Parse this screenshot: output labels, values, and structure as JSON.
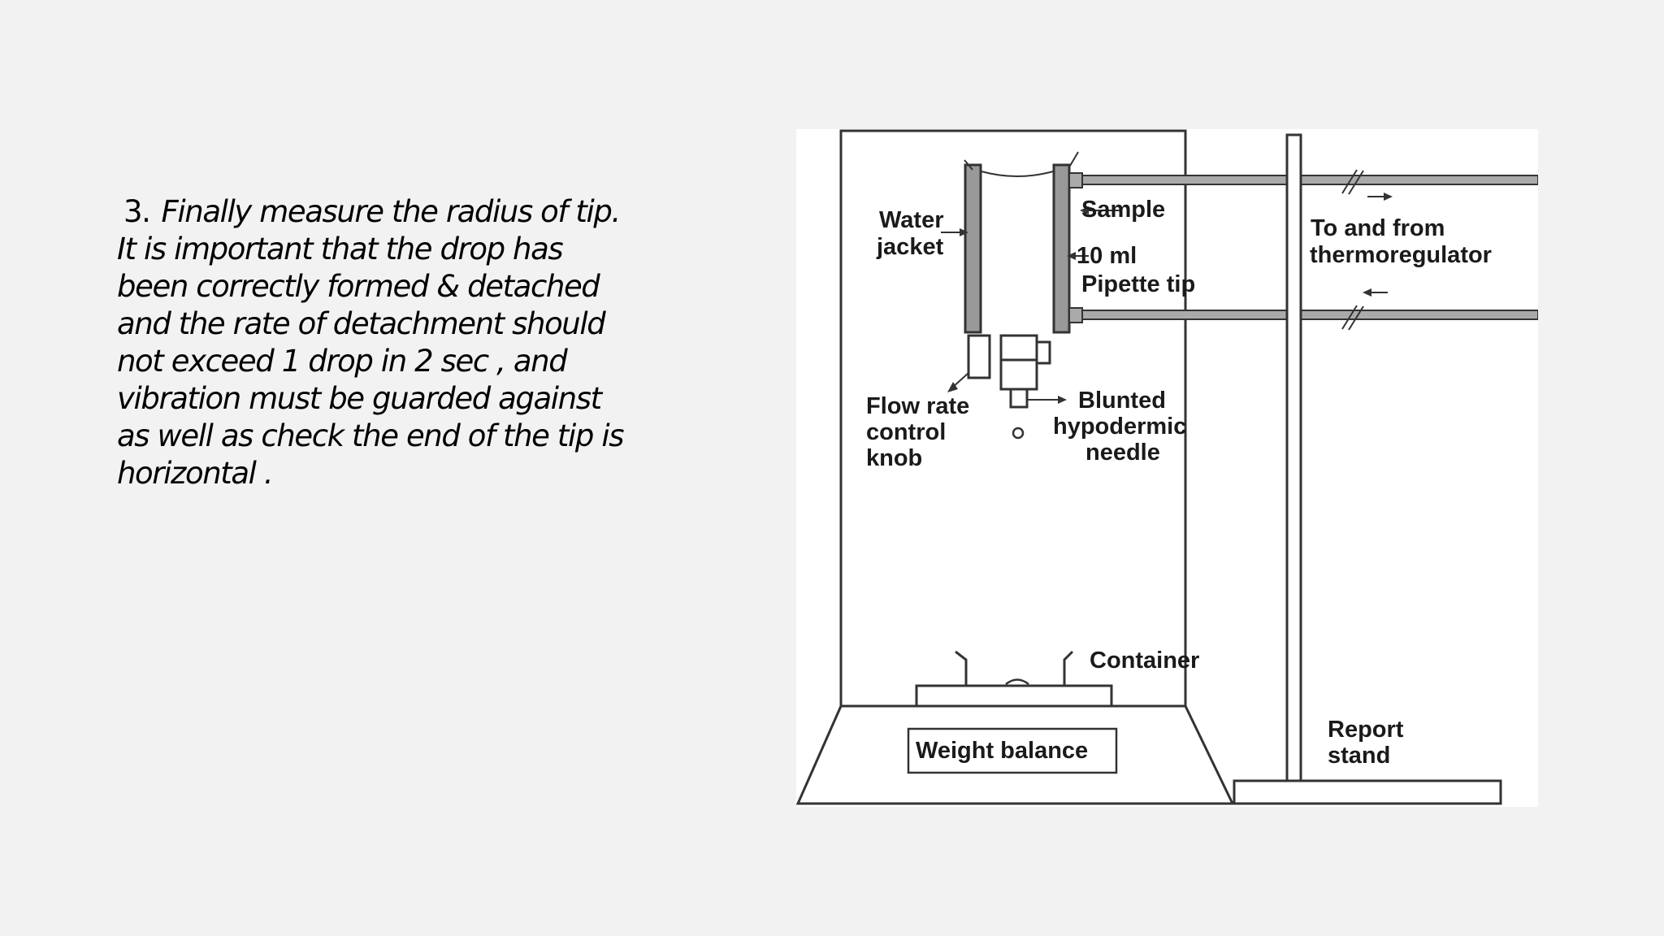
{
  "step": {
    "number": "3.",
    "text": "Finally measure the radius of tip. It is important that the drop has been correctly formed & detached and the rate of detachment should not exceed 1 drop in 2 sec , and vibration must be guarded against as well as check the end of the tip is horizontal ."
  },
  "diagram": {
    "labels": {
      "water_jacket_1": "Water",
      "water_jacket_2": "jacket",
      "sample": "Sample",
      "pipette_1": "10 ml",
      "pipette_2": "Pipette tip",
      "thermo_1": "To and from",
      "thermo_2": "thermoregulator",
      "flow_1": "Flow rate",
      "flow_2": "control",
      "flow_3": "knob",
      "needle_1": "Blunted",
      "needle_2": "hypodermic",
      "needle_3": "needle",
      "container": "Container",
      "balance": "Weight balance",
      "stand_1": "Report",
      "stand_2": "stand"
    }
  }
}
